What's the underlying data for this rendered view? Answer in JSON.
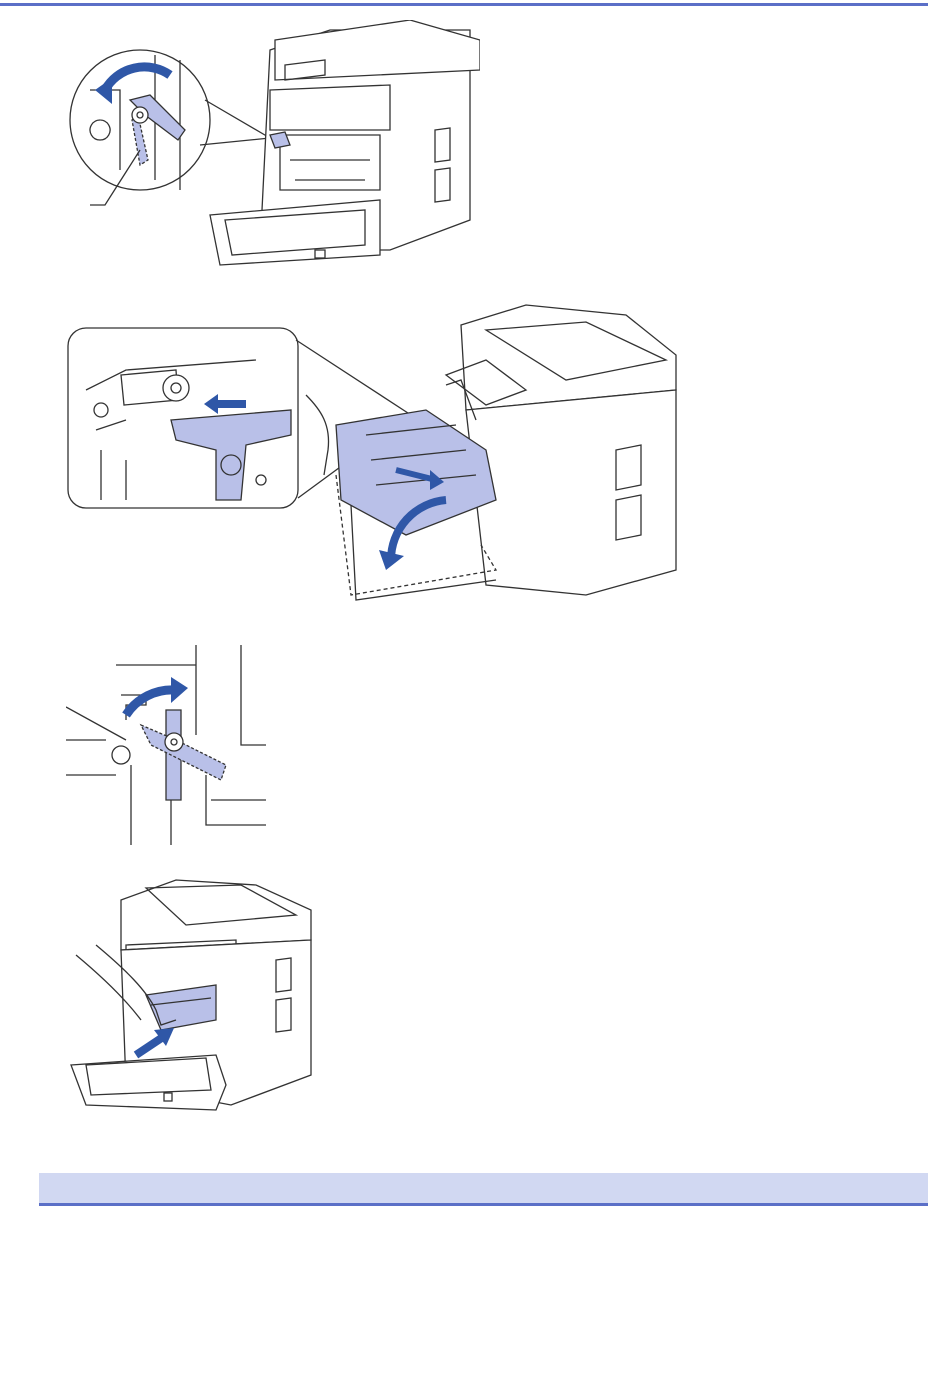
{
  "page": {
    "section_bar_title": ""
  },
  "figures": [
    {
      "id": "fig-1",
      "depicts": "green-lever-rotate-counterclockwise-detail-and-printer-front-open-icon"
    },
    {
      "id": "fig-2",
      "depicts": "drum-unit-reinsert-detail-icon"
    },
    {
      "id": "fig-3",
      "depicts": "lever-rotate-clockwise-detail-icon"
    },
    {
      "id": "fig-4",
      "depicts": "push-drum-unit-into-printer-icon"
    }
  ],
  "colors": {
    "rule": "#5b6fc7",
    "section_bar": "#d1d8f2",
    "highlight_fill": "#b9c0e8",
    "arrow": "#2f57a7",
    "line": "#333333"
  }
}
